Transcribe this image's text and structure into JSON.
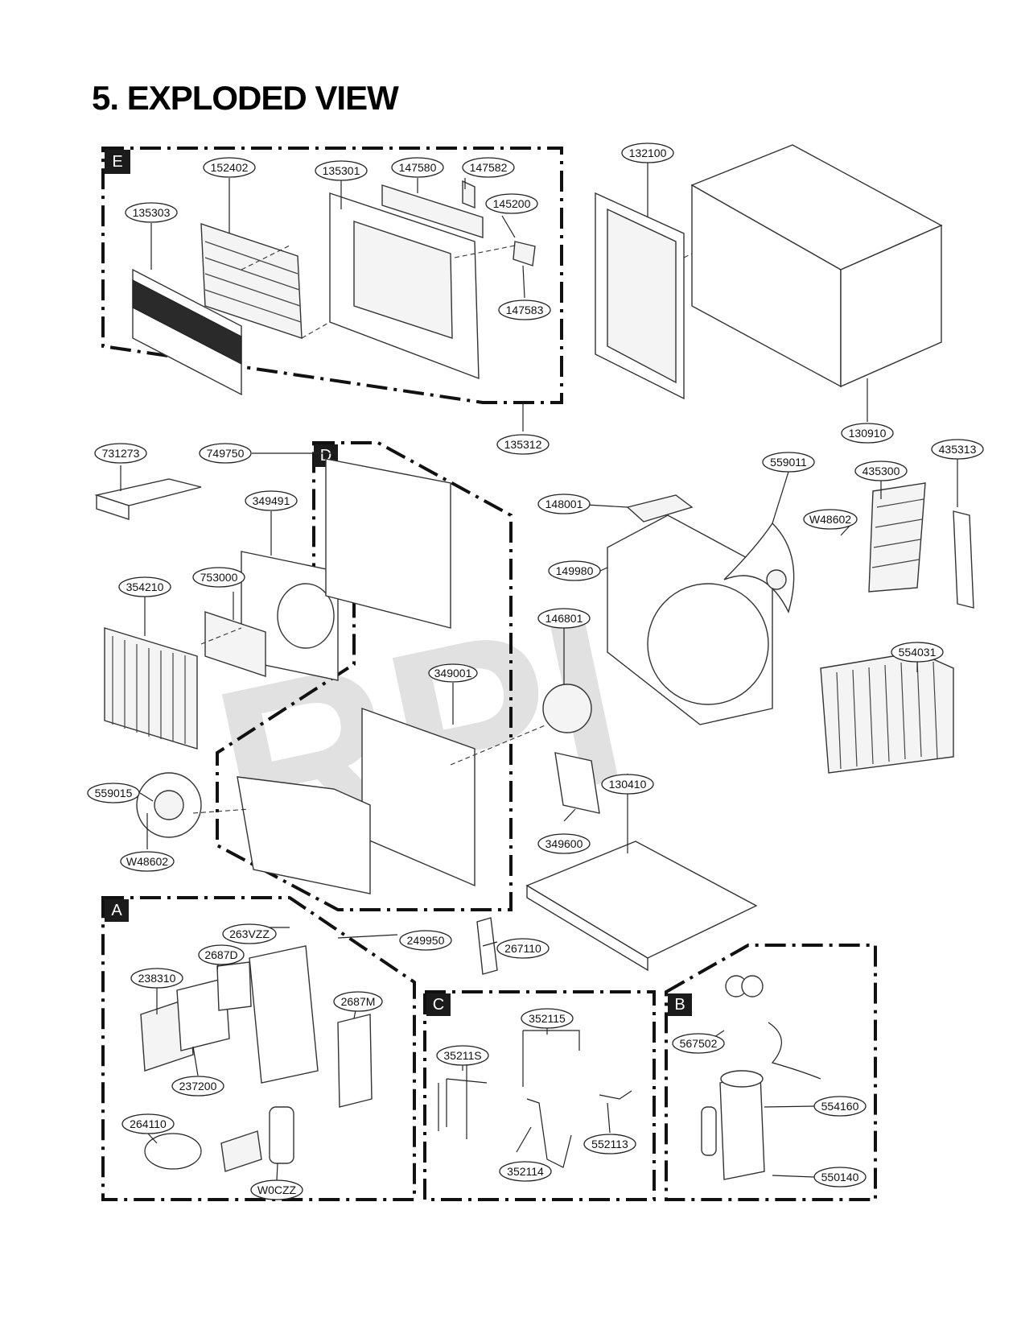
{
  "title": "5. EXPLODED VIEW",
  "watermark": "RPI",
  "sections": [
    {
      "tag": "E"
    },
    {
      "tag": "D"
    },
    {
      "tag": "A"
    },
    {
      "tag": "C"
    },
    {
      "tag": "B"
    }
  ],
  "part_labels": [
    "152402",
    "135301",
    "147580",
    "147582",
    "135303",
    "145200",
    "147583",
    "135312",
    "132100",
    "130910",
    "731273",
    "749750",
    "349491",
    "753000",
    "354210",
    "349001",
    "559015",
    "W48602",
    "148001",
    "559011",
    "435300",
    "435313",
    "W48602",
    "149980",
    "146801",
    "554031",
    "130410",
    "349600",
    "267110",
    "263VZZ",
    "249950",
    "2687D",
    "238310",
    "2687M",
    "237200",
    "264110",
    "W0CZZ",
    "352115",
    "35211S",
    "352114",
    "552113",
    "567502",
    "554160",
    "550140"
  ],
  "colors": {
    "ink": "#111111",
    "tag_fill": "#1b1b1b",
    "watermark": "#bdbdbd"
  }
}
